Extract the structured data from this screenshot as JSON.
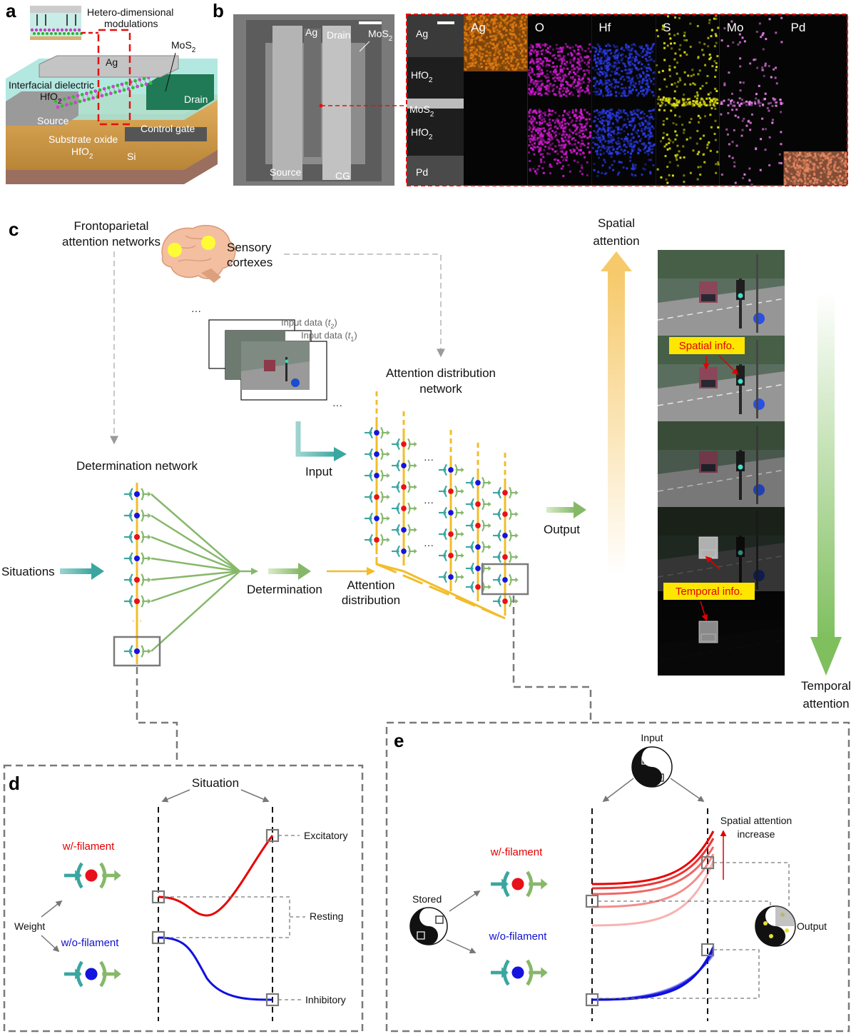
{
  "panels": {
    "a": "a",
    "b": "b",
    "c": "c",
    "d": "d",
    "e": "e"
  },
  "panel_a": {
    "hetero": "Hetero-dimensional",
    "modulations": "modulations",
    "ag": "Ag",
    "mos2": "MoS",
    "interfacial": "Interfacial dielectric",
    "hfo2": "HfO",
    "drain": "Drain",
    "source": "Source",
    "control_gate": "Control gate",
    "substrate_oxide": "Substrate oxide",
    "hfo2_sub": "HfO",
    "si": "Si",
    "sub2": "2"
  },
  "panel_b": {
    "sem_ag": "Ag",
    "sem_drain": "Drain",
    "sem_mos2": "MoS",
    "sem_source": "Source",
    "sem_cg": "CG",
    "tem_ag": "Ag",
    "tem_hfo2_top": "HfO",
    "tem_mos2": "MoS",
    "tem_hfo2_bot": "HfO",
    "tem_pd": "Pd",
    "eds": [
      {
        "label": "Ag",
        "color": "#e07a10"
      },
      {
        "label": "O",
        "color": "#d018d0"
      },
      {
        "label": "Hf",
        "color": "#2a3ae8"
      },
      {
        "label": "S",
        "color": "#e0e010"
      },
      {
        "label": "Mo",
        "color": "#ee80ee"
      },
      {
        "label": "Pd",
        "color": "#e88860"
      }
    ]
  },
  "panel_c": {
    "frontoparietal_1": "Frontoparietal",
    "frontoparietal_2": "attention networks",
    "sensory_1": "Sensory",
    "sensory_2": "cortexes",
    "input_t2": "Input data (",
    "input_t1": "Input data (",
    "t2": "t",
    "t1": "t",
    "sub_2": "2",
    "sub_1": "1",
    "close_paren": ")",
    "attention_net_1": "Attention distribution",
    "attention_net_2": "network",
    "input": "Input",
    "determination_net": "Determination network",
    "situations": "Situations",
    "determination": "Determination",
    "attention_dist_1": "Attention",
    "attention_dist_2": "distribution",
    "output": "Output",
    "spatial_1": "Spatial",
    "spatial_2": "attention",
    "temporal_1": "Temporal",
    "temporal_2": "attention",
    "spatial_info": "Spatial info.",
    "temporal_info": "Temporal info.",
    "ellipsis": "···"
  },
  "panel_d": {
    "situation": "Situation",
    "excitatory": "Excitatory",
    "resting": "Resting",
    "inhibitory": "Inhibitory",
    "weight": "Weight",
    "w_filament": "w/-filament",
    "wo_filament": "w/o-filament"
  },
  "panel_e": {
    "input": "Input",
    "stored": "Stored",
    "spatial_increase_1": "Spatial attention",
    "spatial_increase_2": "increase",
    "output": "Output",
    "w_filament": "w/-filament",
    "wo_filament": "w/o-filament"
  },
  "colors": {
    "red_node": "#e8101a",
    "blue_node": "#1414e0",
    "teal": "#3aa6a0",
    "green": "#86b86a",
    "yellow_line": "#f2bd2a",
    "highlight": "#ffe600"
  }
}
